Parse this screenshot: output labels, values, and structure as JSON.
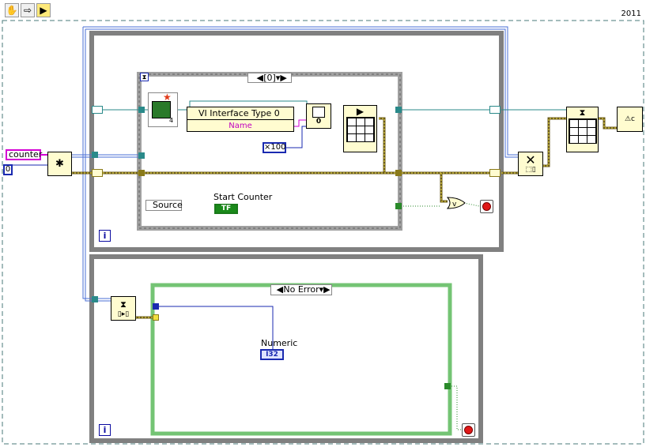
{
  "toolbar": {
    "hand_icon": "hand-icon",
    "next_icon": "arrow-right-icon",
    "run_icon": "highlight-execution-icon"
  },
  "diagram": {
    "year_label": "2011",
    "counter_label": "counter",
    "counter_value": "0",
    "top_case_selector": "[0]",
    "vi_interface_label": "VI Interface Type 0",
    "name_label": "Name",
    "multiplier_value": "×100",
    "source_label": "Source",
    "start_counter_label": "Start Counter",
    "tf_label": "TF",
    "loop_index_top": "i",
    "loop_index_bottom": "i",
    "error_case_selector": "No Error",
    "numeric_label": "Numeric",
    "i32_label": "I32",
    "vi_ref_num": "4",
    "const_zero": "0"
  },
  "colors": {
    "bg": "#ffffff",
    "loop_frame": "#808080",
    "error_case_frame": "#74c474",
    "wire_blue": "#4a6fd6",
    "wire_error": "#6b5b1a",
    "wire_pink": "#d400d4",
    "wire_teal": "#2a8a8a",
    "dashed_border": "#4a7a7a"
  }
}
